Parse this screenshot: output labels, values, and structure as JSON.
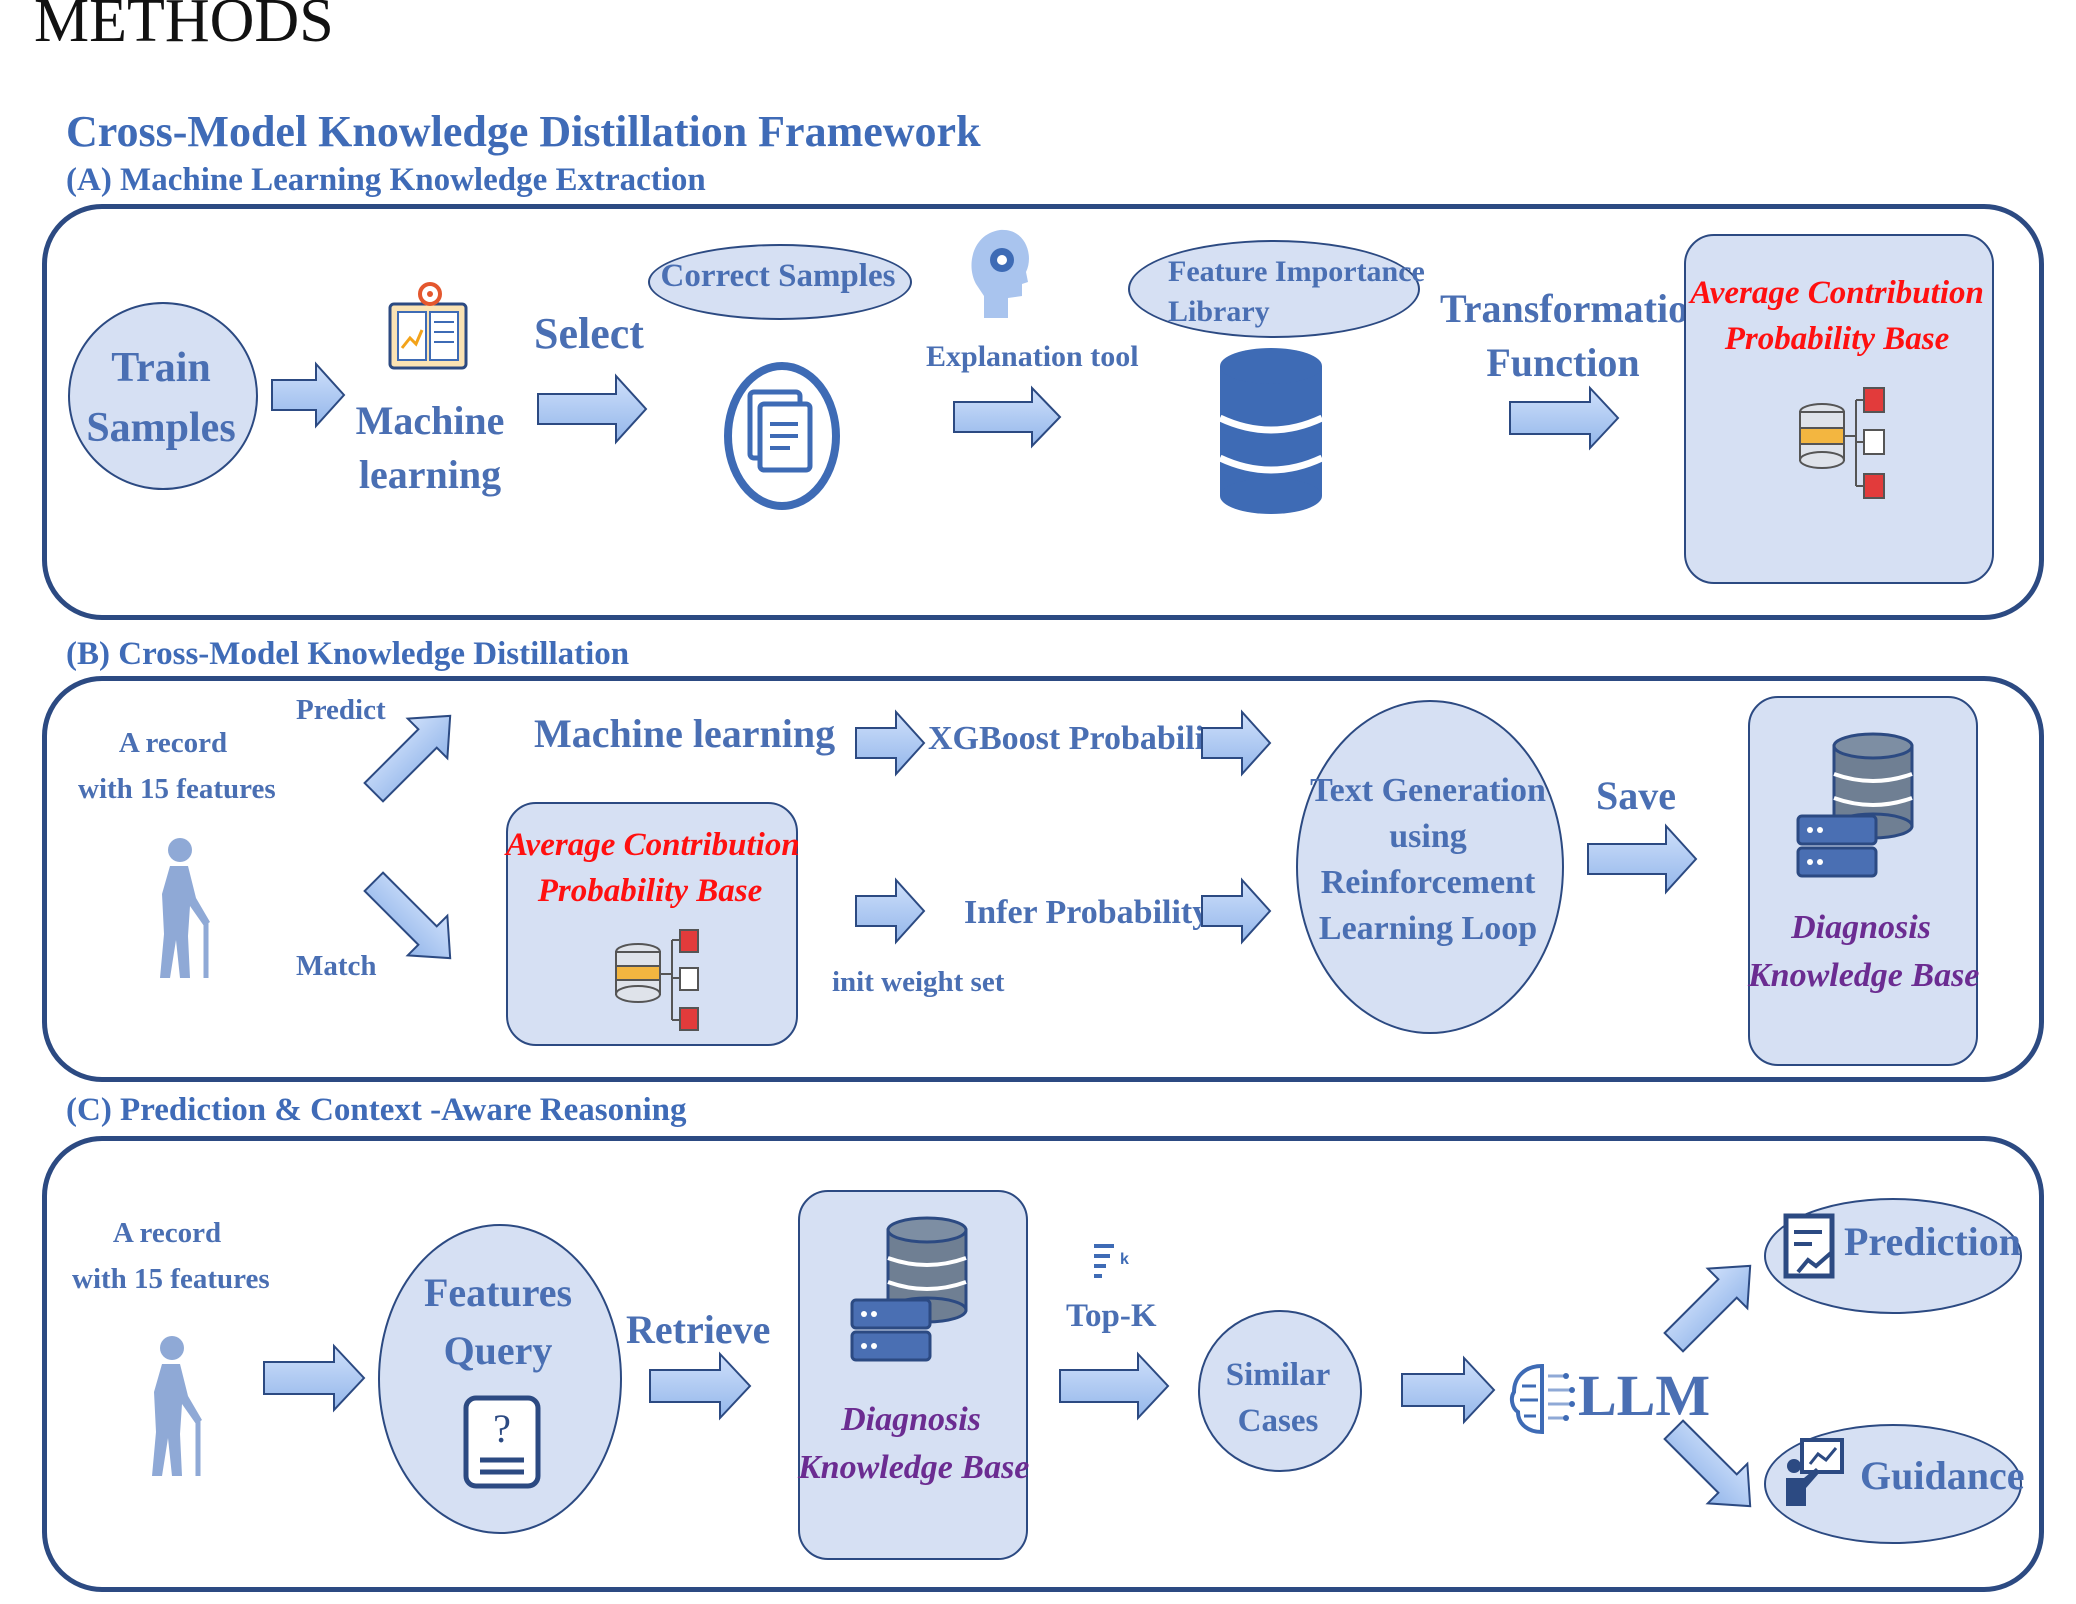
{
  "page_heading": "METHODS",
  "framework_title": "Cross-Model Knowledge Distillation Framework",
  "sections": {
    "a": {
      "title": "(A) Machine Learning Knowledge Extraction",
      "train_line1": "Train",
      "train_line2": "Samples",
      "ml_line1": "Machine",
      "ml_line2": "learning",
      "select": "Select",
      "correct_samples": "Correct Samples",
      "explanation_tool": "Explanation tool",
      "fil_line1": "Feature Importance",
      "fil_line2": "Library",
      "tf_line1": "Transformation",
      "tf_line2": "Function",
      "acpb_line1": "Average Contribution",
      "acpb_line2": "Probability Base"
    },
    "b": {
      "title": "(B) Cross-Model Knowledge Distillation",
      "record_line1": "A record",
      "record_line2": "with 15 features",
      "predict": "Predict",
      "match": "Match",
      "machine_learning": "Machine learning",
      "xgboost": "XGBoost Probability",
      "acpb_line1": "Average Contribution",
      "acpb_line2": "Probability Base",
      "infer": "Infer Probability",
      "init_weight": "init weight set",
      "tg_line1": "Text Generation",
      "tg_line2": "using",
      "tg_line3": "Reinforcement",
      "tg_line4": "Learning Loop",
      "save": "Save",
      "dkb_line1": "Diagnosis",
      "dkb_line2": "Knowledge Base"
    },
    "c": {
      "title": "(C) Prediction & Context -Aware Reasoning",
      "record_line1": "A record",
      "record_line2": "with 15 features",
      "fq_line1": "Features",
      "fq_line2": "Query",
      "retrieve": "Retrieve",
      "dkb_line1": "Diagnosis",
      "dkb_line2": "Knowledge Base",
      "topk": "Top-K",
      "sc_line1": "Similar",
      "sc_line2": "Cases",
      "llm": "LLM",
      "prediction": "Prediction",
      "guidance": "Guidance"
    }
  }
}
